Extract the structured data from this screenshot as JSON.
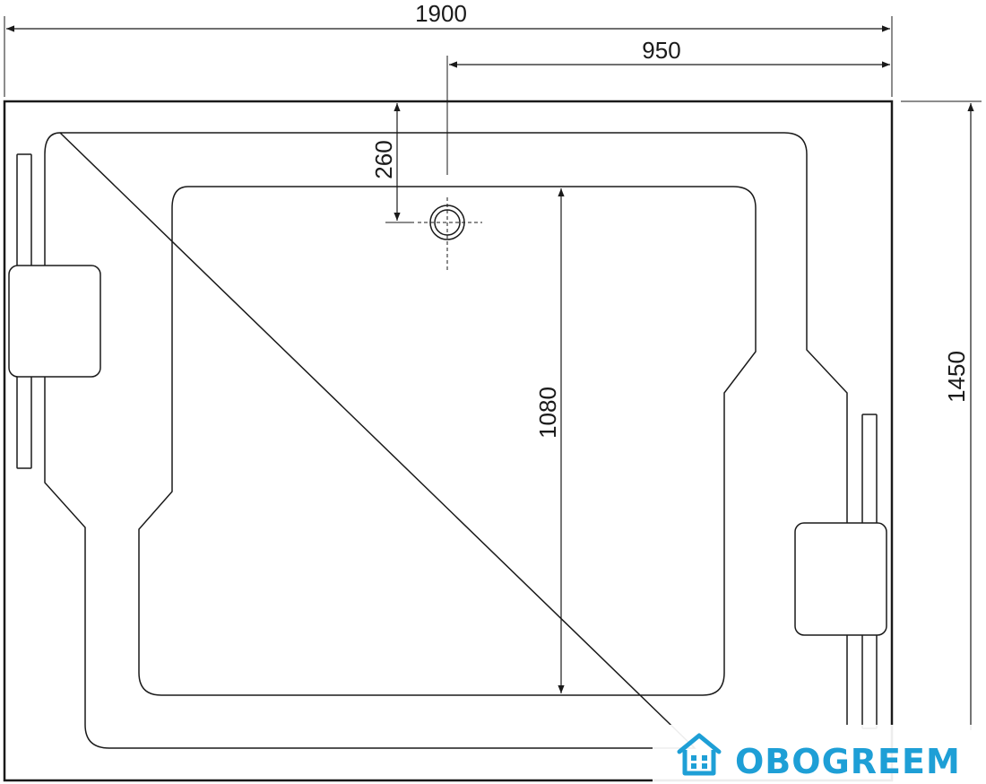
{
  "dimensions": {
    "overall_width": "1900",
    "half_width": "950",
    "drain_offset": "260",
    "basin_length": "1080",
    "overall_length": "1450"
  },
  "brand": {
    "name": "OBOGREEM",
    "icon": "house-leaf-icon",
    "color": "#1e9fd6"
  },
  "colors": {
    "line": "#1a1a1a"
  }
}
